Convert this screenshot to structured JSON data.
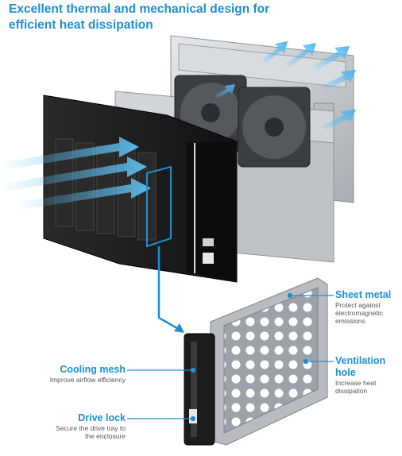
{
  "title": {
    "line1": "Excellent thermal and mechanical design for",
    "line2": "efficient heat dissipation"
  },
  "callouts": {
    "sheet_metal": {
      "heading": "Sheet metal",
      "desc1": "Protect against",
      "desc2": "electromagnetic",
      "desc3": "emissions"
    },
    "ventilation_hole": {
      "heading": "Ventilation hole",
      "desc1": "Increase heat",
      "desc2": "dissipation"
    },
    "cooling_mesh": {
      "heading": "Cooling mesh",
      "desc1": "Improve airflow efficiency"
    },
    "drive_lock": {
      "heading": "Drive lock",
      "desc1": "Secure the drive tray to",
      "desc2": "the enclosure"
    }
  },
  "colors": {
    "accent": "#1d8fd3",
    "airflow": "#5fc0f0",
    "chassis": "#c9ccd0",
    "front_panel": "#1a1a1a"
  }
}
